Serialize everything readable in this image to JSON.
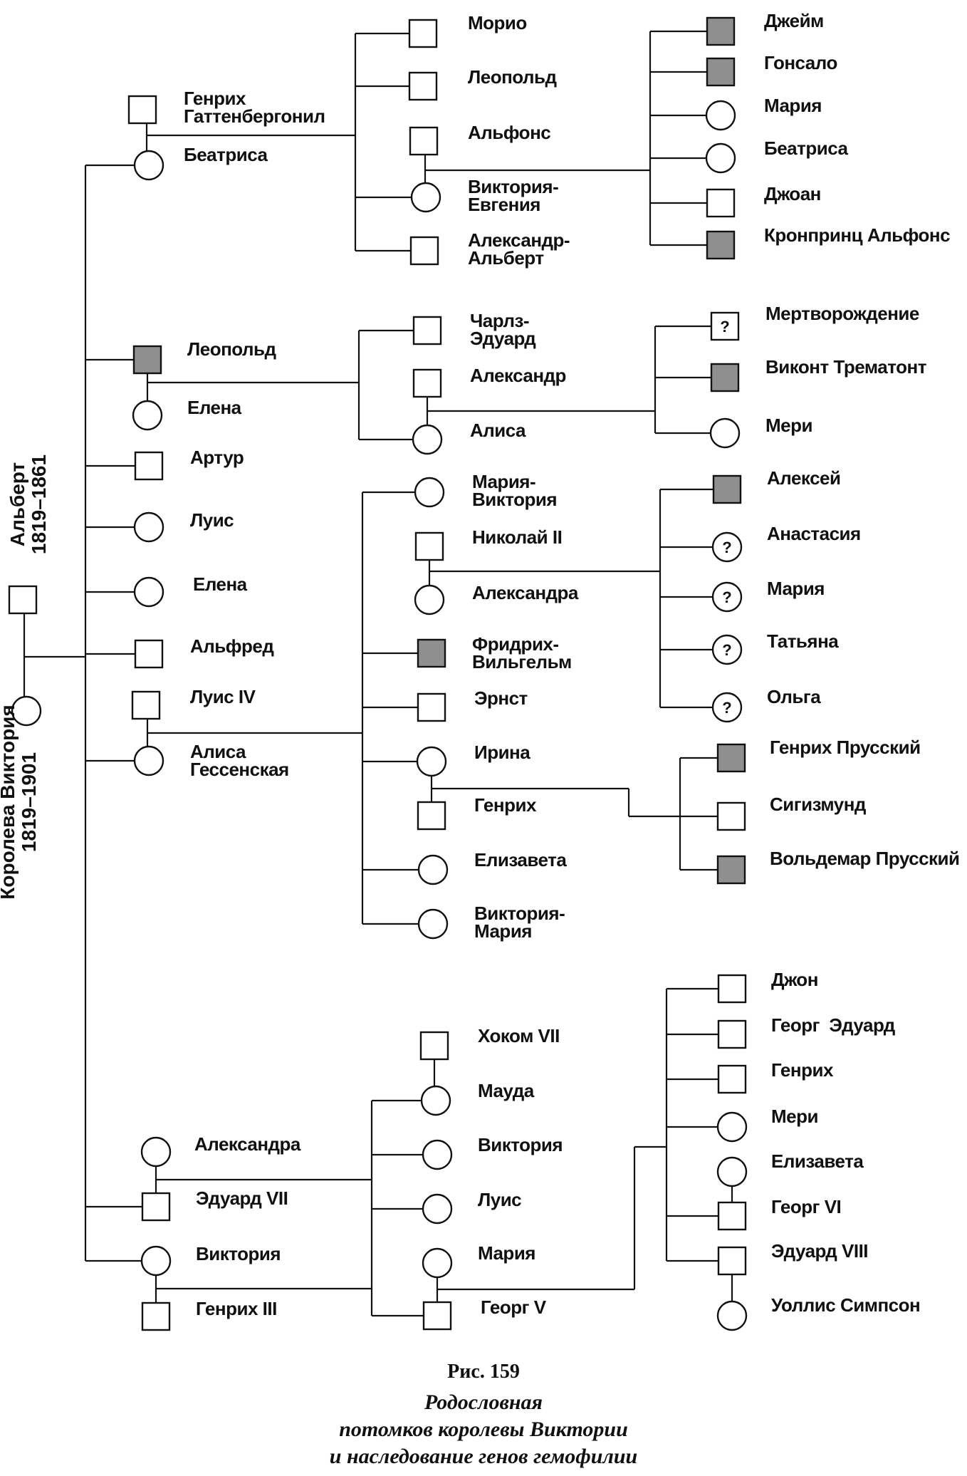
{
  "founders": {
    "albert": "Альберт\n1819–1861",
    "victoria": "Королева Виктория\n1819–1901"
  },
  "pedigree": {
    "individuals": [
      {
        "id": "albert",
        "sex": "male",
        "affected": false
      },
      {
        "id": "queen-victoria",
        "sex": "female",
        "affected": false
      },
      {
        "id": "henry-battenberg",
        "label": "Генрих\nГаттенбергонил",
        "sex": "male",
        "affected": false
      },
      {
        "id": "beatrice",
        "label": "Беатриса",
        "sex": "female",
        "affected": false
      },
      {
        "id": "maurice",
        "label": "Морио",
        "sex": "male",
        "affected": false
      },
      {
        "id": "leopold-b",
        "label": "Леопольд",
        "sex": "male",
        "affected": false
      },
      {
        "id": "alfonso-xiii",
        "label": "Альфонс",
        "sex": "male",
        "affected": false
      },
      {
        "id": "victoria-eugenie",
        "label": "Виктория-\nЕвгения",
        "sex": "female",
        "affected": false
      },
      {
        "id": "alexander-albert",
        "label": "Александр-\nАльберт",
        "sex": "male",
        "affected": false
      },
      {
        "id": "jaime",
        "label": "Джейм",
        "sex": "male",
        "affected": true
      },
      {
        "id": "gonzalo",
        "label": "Гонсало",
        "sex": "male",
        "affected": true
      },
      {
        "id": "maria-s",
        "label": "Мария",
        "sex": "female",
        "affected": false
      },
      {
        "id": "beatriz-s",
        "label": "Беатриса",
        "sex": "female",
        "affected": false
      },
      {
        "id": "juan",
        "label": "Джоан",
        "sex": "male",
        "affected": false
      },
      {
        "id": "crown-prince-alfonso",
        "label": "Кронпринц Альфонс",
        "sex": "male",
        "affected": true
      },
      {
        "id": "leopold",
        "label": "Леопольд",
        "sex": "male",
        "affected": true
      },
      {
        "id": "helena-w",
        "label": "Елена",
        "sex": "female",
        "affected": false
      },
      {
        "id": "charles-edward",
        "label": "Чарлз-\nЭдуард",
        "sex": "male",
        "affected": false
      },
      {
        "id": "alexander-c",
        "label": "Александр",
        "sex": "male",
        "affected": false
      },
      {
        "id": "alice-a",
        "label": "Алиса",
        "sex": "female",
        "affected": false
      },
      {
        "id": "stillbirth",
        "label": "Мертворождение",
        "sex": "unknown",
        "affected": false,
        "mark": "?"
      },
      {
        "id": "viscount-trematon",
        "label": "Виконт Трематонт",
        "sex": "male",
        "affected": true
      },
      {
        "id": "mary-c",
        "label": "Мери",
        "sex": "female",
        "affected": false
      },
      {
        "id": "arthur",
        "label": "Артур",
        "sex": "male",
        "affected": false
      },
      {
        "id": "louise",
        "label": "Луис",
        "sex": "female",
        "affected": false
      },
      {
        "id": "helena",
        "label": "Елена",
        "sex": "female",
        "affected": false
      },
      {
        "id": "alfred",
        "label": "Альфред",
        "sex": "male",
        "affected": false
      },
      {
        "id": "louis-iv",
        "label": "Луис IV",
        "sex": "male",
        "affected": false
      },
      {
        "id": "alice-hesse",
        "label": "Алиса\nГессенская",
        "sex": "female",
        "affected": false
      },
      {
        "id": "maria-victoria",
        "label": "Мария-\nВиктория",
        "sex": "female",
        "affected": false
      },
      {
        "id": "nicholas-ii",
        "label": "Николай II",
        "sex": "male",
        "affected": false
      },
      {
        "id": "alexandra-r",
        "label": "Александра",
        "sex": "female",
        "affected": false
      },
      {
        "id": "friedrich-wilhelm",
        "label": "Фридрих-\nВильгельм",
        "sex": "male",
        "affected": true
      },
      {
        "id": "ernst",
        "label": "Эрнст",
        "sex": "male",
        "affected": false
      },
      {
        "id": "irene",
        "label": "Ирина",
        "sex": "female",
        "affected": false
      },
      {
        "id": "henry-prussia",
        "label": "Генрих",
        "sex": "male",
        "affected": false
      },
      {
        "id": "elizabeth-h",
        "label": "Елизавета",
        "sex": "female",
        "affected": false
      },
      {
        "id": "victoria-maria",
        "label": "Виктория-\nМария",
        "sex": "female",
        "affected": false
      },
      {
        "id": "alexei",
        "label": "Алексей",
        "sex": "male",
        "affected": true
      },
      {
        "id": "anastasia",
        "label": "Анастасия",
        "sex": "female",
        "affected": false,
        "mark": "?"
      },
      {
        "id": "maria-r",
        "label": "Мария",
        "sex": "female",
        "affected": false,
        "mark": "?"
      },
      {
        "id": "tatiana",
        "label": "Татьяна",
        "sex": "female",
        "affected": false,
        "mark": "?"
      },
      {
        "id": "olga",
        "label": "Ольга",
        "sex": "female",
        "affected": false,
        "mark": "?"
      },
      {
        "id": "henry-of-prussia",
        "label": "Генрих Прусский",
        "sex": "male",
        "affected": true
      },
      {
        "id": "sigismund",
        "label": "Сигизмунд",
        "sex": "male",
        "affected": false
      },
      {
        "id": "waldemar",
        "label": "Вольдемар Прусский",
        "sex": "male",
        "affected": true
      },
      {
        "id": "alexandra-d",
        "label": "Александра",
        "sex": "female",
        "affected": false
      },
      {
        "id": "edward-vii",
        "label": "Эдуард VII",
        "sex": "male",
        "affected": false
      },
      {
        "id": "victoria-g",
        "label": "Виктория",
        "sex": "female",
        "affected": false
      },
      {
        "id": "henry-iii",
        "label": "Генрих III",
        "sex": "male",
        "affected": false
      },
      {
        "id": "haakon-vii",
        "label": "Хоком VII",
        "sex": "male",
        "affected": false
      },
      {
        "id": "maud",
        "label": "Мауда",
        "sex": "female",
        "affected": false
      },
      {
        "id": "victoria-e",
        "label": "Виктория",
        "sex": "female",
        "affected": false
      },
      {
        "id": "louise-e",
        "label": "Луис",
        "sex": "female",
        "affected": false
      },
      {
        "id": "mary-teck",
        "label": "Мария",
        "sex": "female",
        "affected": false
      },
      {
        "id": "george-v",
        "label": "Георг V",
        "sex": "male",
        "affected": false
      },
      {
        "id": "john",
        "label": "Джон",
        "sex": "male",
        "affected": false
      },
      {
        "id": "george-edward",
        "label": "Георг  Эдуард",
        "sex": "male",
        "affected": false
      },
      {
        "id": "henry-g",
        "label": "Генрих",
        "sex": "male",
        "affected": false
      },
      {
        "id": "mary-g",
        "label": "Мери",
        "sex": "female",
        "affected": false
      },
      {
        "id": "elizabeth-bl",
        "label": "Елизавета",
        "sex": "female",
        "affected": false
      },
      {
        "id": "george-vi",
        "label": "Георг VI",
        "sex": "male",
        "affected": false
      },
      {
        "id": "edward-viii",
        "label": "Эдуард VIII",
        "sex": "male",
        "affected": false
      },
      {
        "id": "wallis-simpson",
        "label": "Уоллис Симпсон",
        "sex": "female",
        "affected": false
      }
    ],
    "couples": [
      [
        "albert",
        "queen-victoria"
      ],
      [
        "henry-battenberg",
        "beatrice"
      ],
      [
        "alfonso-xiii",
        "victoria-eugenie"
      ],
      [
        "leopold",
        "helena-w"
      ],
      [
        "alexander-c",
        "alice-a"
      ],
      [
        "louis-iv",
        "alice-hesse"
      ],
      [
        "nicholas-ii",
        "alexandra-r"
      ],
      [
        "irene",
        "henry-prussia"
      ],
      [
        "alexandra-d",
        "edward-vii"
      ],
      [
        "victoria-g",
        "henry-iii"
      ],
      [
        "haakon-vii",
        "maud"
      ],
      [
        "mary-teck",
        "george-v"
      ],
      [
        "elizabeth-bl",
        "george-vi"
      ],
      [
        "edward-viii",
        "wallis-simpson"
      ]
    ]
  },
  "legend": {
    "affected_fill": "#8f8f8f",
    "line_color": "#111111"
  },
  "caption": {
    "number": "Рис. 159",
    "title": "Родословная\nпотомков королевы Виктории\nи наследование генов гемофилии"
  }
}
